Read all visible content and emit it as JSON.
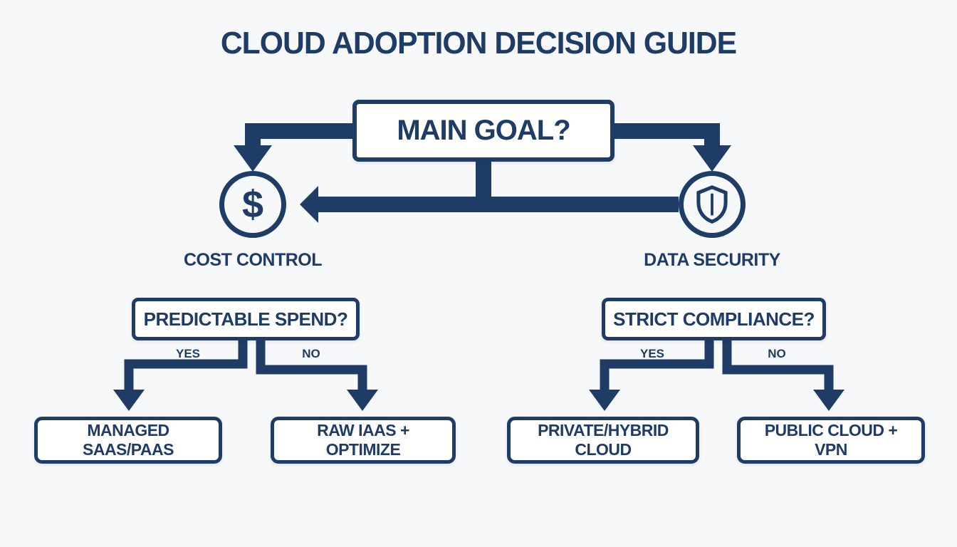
{
  "title": "CLOUD ADOPTION DECISION GUIDE",
  "root_question": "MAIN GOAL?",
  "colors": {
    "navy": "#1e3c66",
    "background": "#f7f8fa"
  },
  "icons": {
    "dollar_glyph": "$",
    "cost_icon": "dollar-in-circle",
    "security_icon": "shield-in-circle"
  },
  "branches": [
    {
      "icon": "dollar",
      "category_label": "COST CONTROL",
      "question": "PREDICTABLE SPEND?",
      "yes_label": "YES",
      "no_label": "NO",
      "yes_outcome": "MANAGED SAAS/PAAS",
      "no_outcome": "RAW IAAS + OPTIMIZE"
    },
    {
      "icon": "shield",
      "category_label": "DATA SECURITY",
      "question": "STRICT COMPLIANCE?",
      "yes_label": "YES",
      "no_label": "NO",
      "yes_outcome": "PRIVATE/HYBRID CLOUD",
      "no_outcome": "PUBLIC CLOUD + VPN"
    }
  ]
}
